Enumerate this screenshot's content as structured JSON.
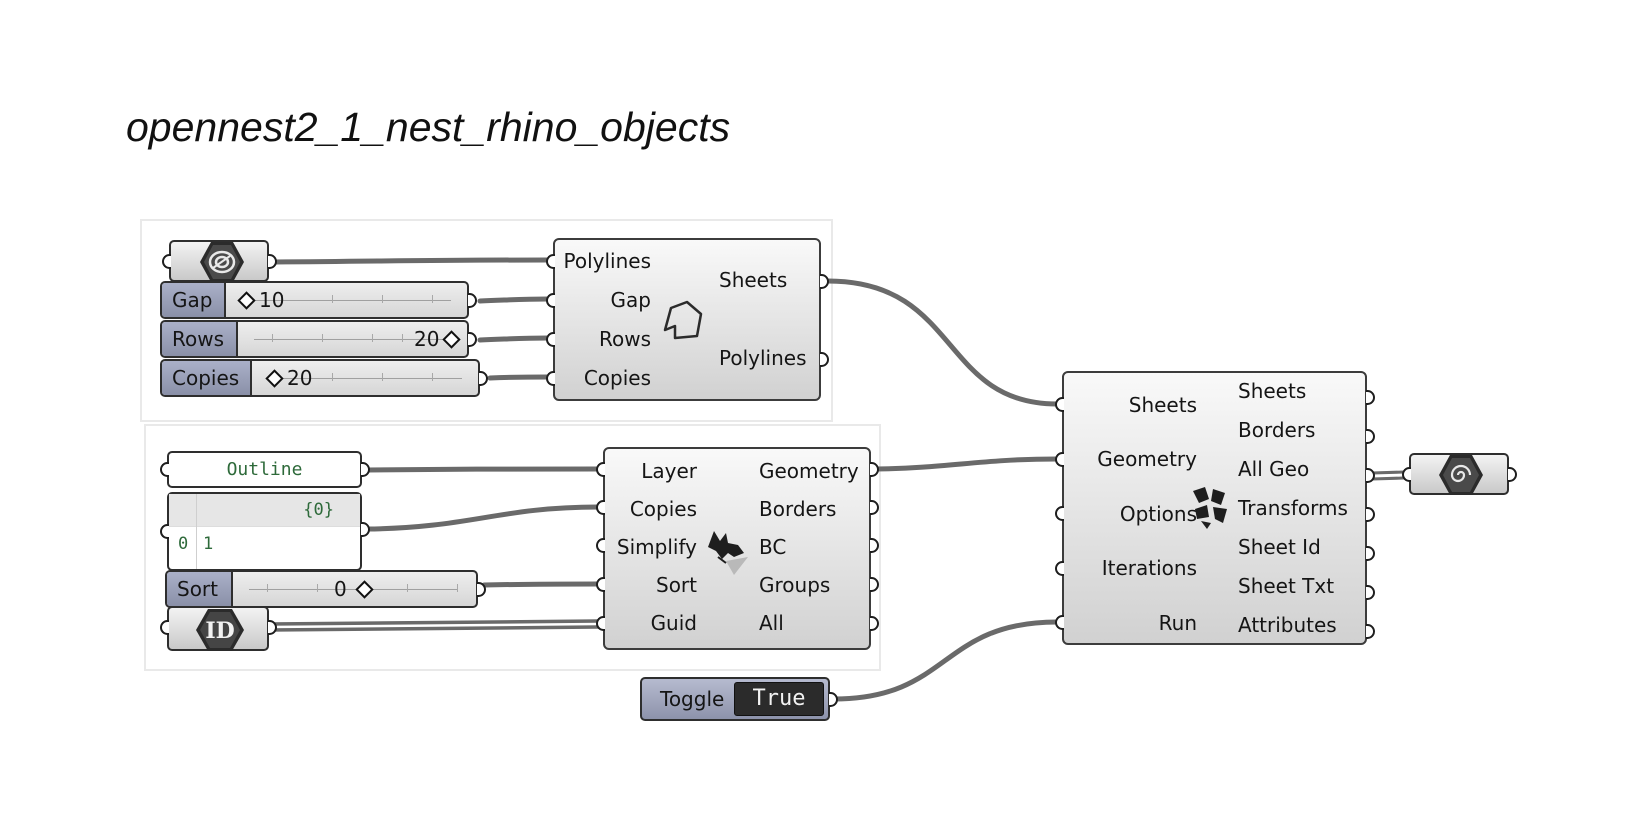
{
  "canvas_title": "opennest2_1_nest_rhino_objects",
  "sheet_component": {
    "inputs": [
      "Polylines",
      "Gap",
      "Rows",
      "Copies"
    ],
    "outputs": [
      "Sheets",
      "Polylines"
    ]
  },
  "sliders": {
    "gap": {
      "label": "Gap",
      "value": "10"
    },
    "rows": {
      "label": "Rows",
      "value": "20"
    },
    "copies": {
      "label": "Copies",
      "value": "20"
    },
    "sort": {
      "label": "Sort",
      "value": "0"
    }
  },
  "panel_outline": {
    "text": "Outline"
  },
  "panel_list": {
    "path": "{0}",
    "index": "0",
    "value": "1"
  },
  "toggle": {
    "label": "Toggle",
    "state": "True"
  },
  "rhino_objects_component": {
    "inputs": [
      "Layer",
      "Copies",
      "Simplify",
      "Sort",
      "Guid"
    ],
    "outputs": [
      "Geometry",
      "Borders",
      "BC",
      "Groups",
      "All"
    ]
  },
  "nest_component": {
    "inputs": [
      "Sheets",
      "Geometry",
      "Options",
      "Iterations",
      "Run"
    ],
    "outputs": [
      "Sheets",
      "Borders",
      "All Geo",
      "Transforms",
      "Sheet Id",
      "Sheet Txt",
      "Attributes"
    ]
  },
  "colors": {
    "wire": "#6a6a6a",
    "slider_label": "#9aa0b8",
    "panel_text": "#2e6a3a"
  },
  "icons": [
    "curve-param-icon",
    "polyline-sheet-icon",
    "rhino-import-icon",
    "nest-pieces-icon",
    "guid-param-icon",
    "geometry-param-icon"
  ]
}
